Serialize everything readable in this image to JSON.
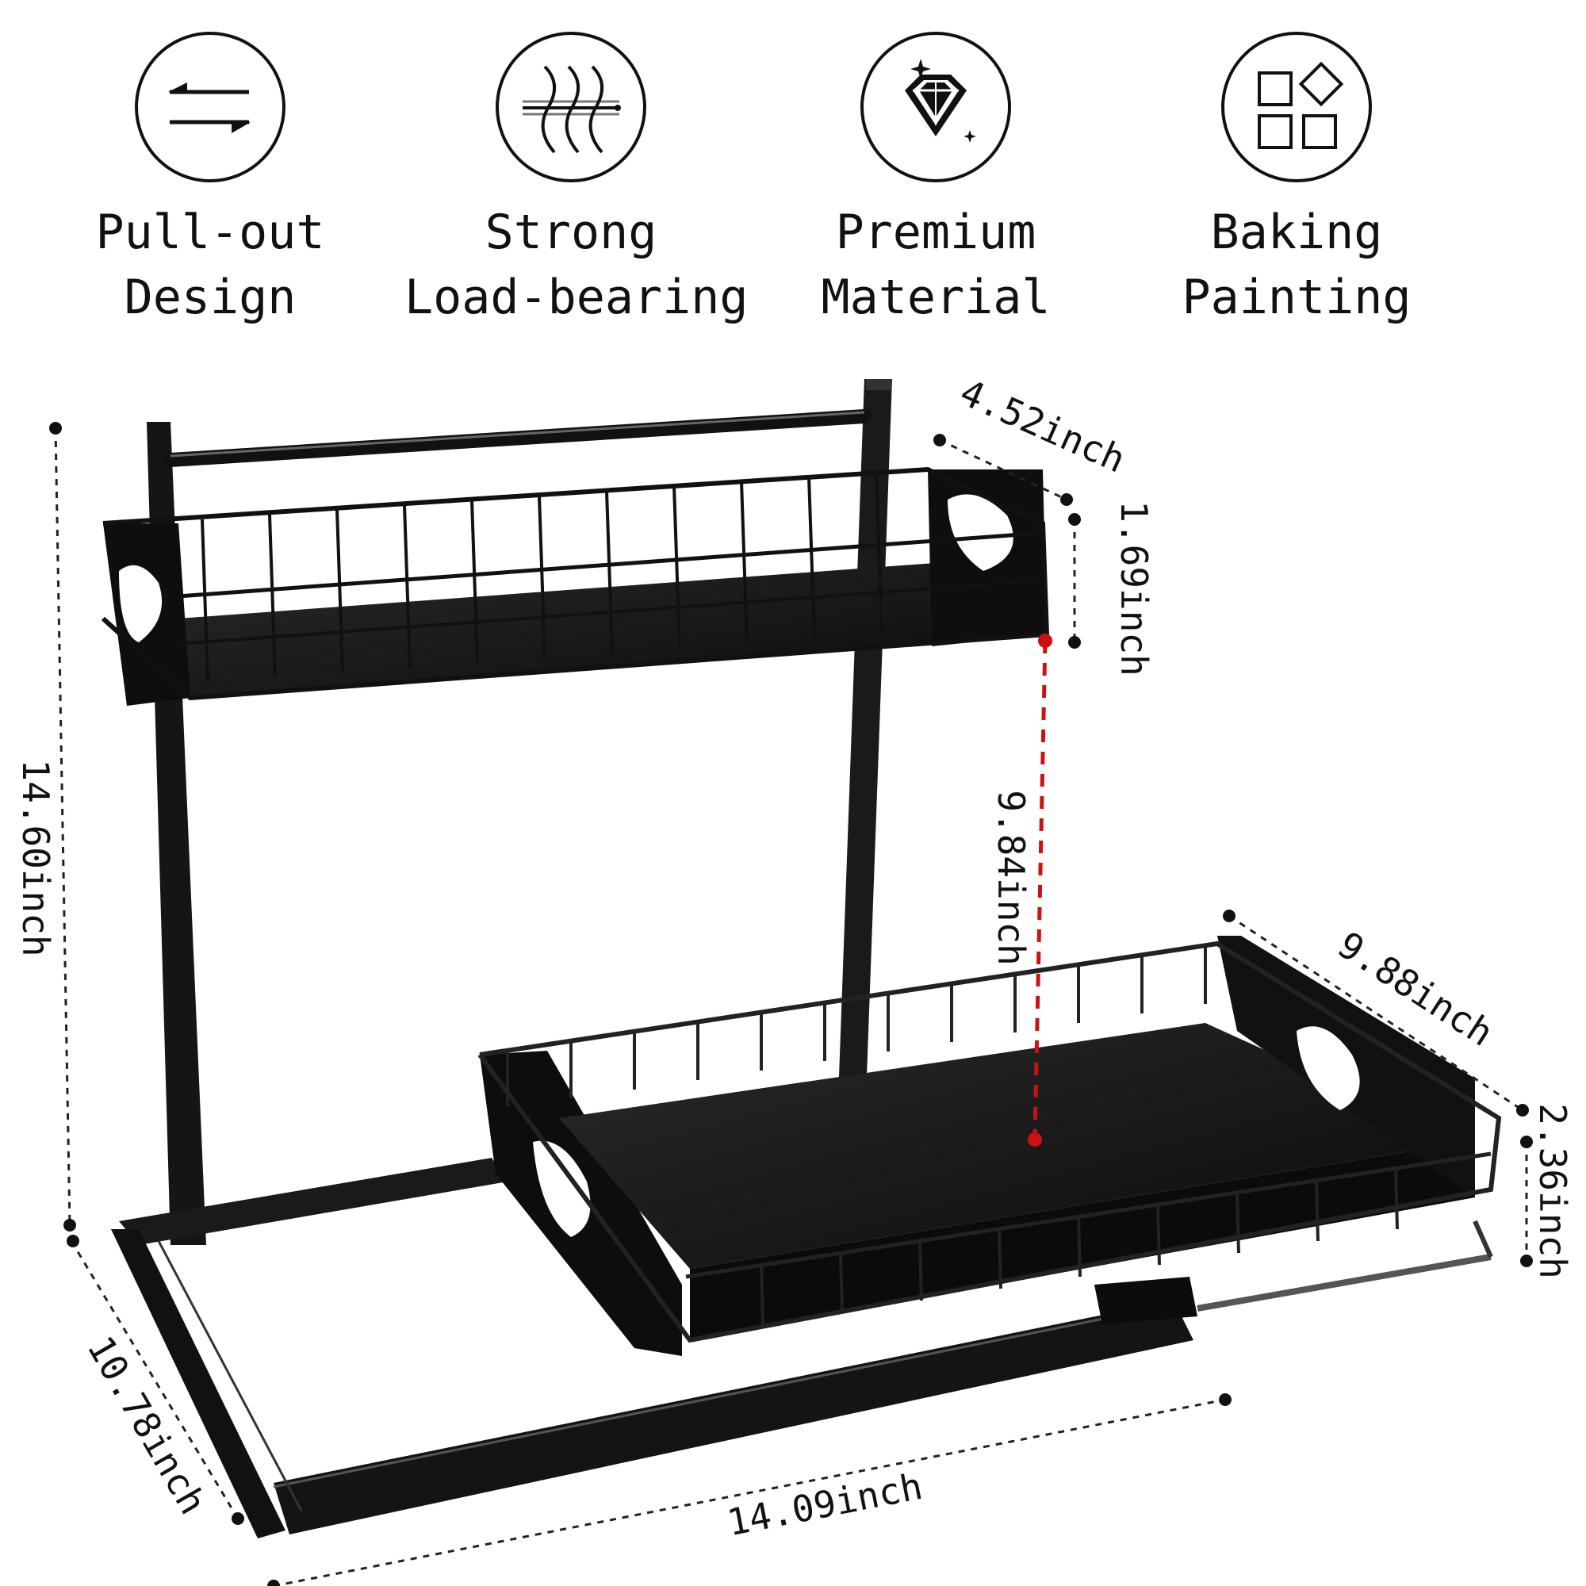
{
  "features": [
    {
      "icon": "pull-out-arrows-icon",
      "line1": "Pull-out",
      "line2": "Design"
    },
    {
      "icon": "load-bearing-waves-icon",
      "line1": "Strong",
      "line2": "Load-bearing"
    },
    {
      "icon": "diamond-icon",
      "line1": "Premium",
      "line2": "Material"
    },
    {
      "icon": "squares-icon",
      "line1": "Baking",
      "line2": "Painting"
    }
  ],
  "dimensions": {
    "total_height": "14.60inch",
    "top_depth": "4.52inch",
    "top_basket_height": "1.69inch",
    "shelf_gap": "9.84inch",
    "bottom_depth": "9.88inch",
    "bottom_basket_height": "2.36inch",
    "base_depth": "10.78inch",
    "width": "14.09inch"
  },
  "colors": {
    "product": "#141414",
    "accent": "#cc1111"
  }
}
